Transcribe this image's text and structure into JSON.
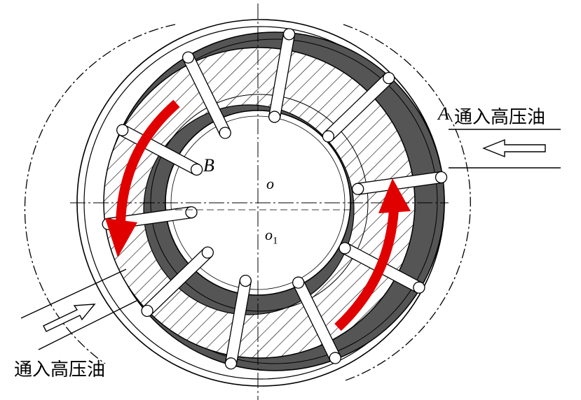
{
  "labels": {
    "port_a_letter": "A",
    "port_a_text": "通入高压油",
    "chamber_b": "B",
    "center_o": "o",
    "center_o1": "o",
    "center_o1_sub": "1",
    "port_b_text": "通入高压油"
  },
  "colors": {
    "arrow_red": "#e00000",
    "dark_fill": "#555555",
    "line": "#000000"
  },
  "vane_count": 10
}
